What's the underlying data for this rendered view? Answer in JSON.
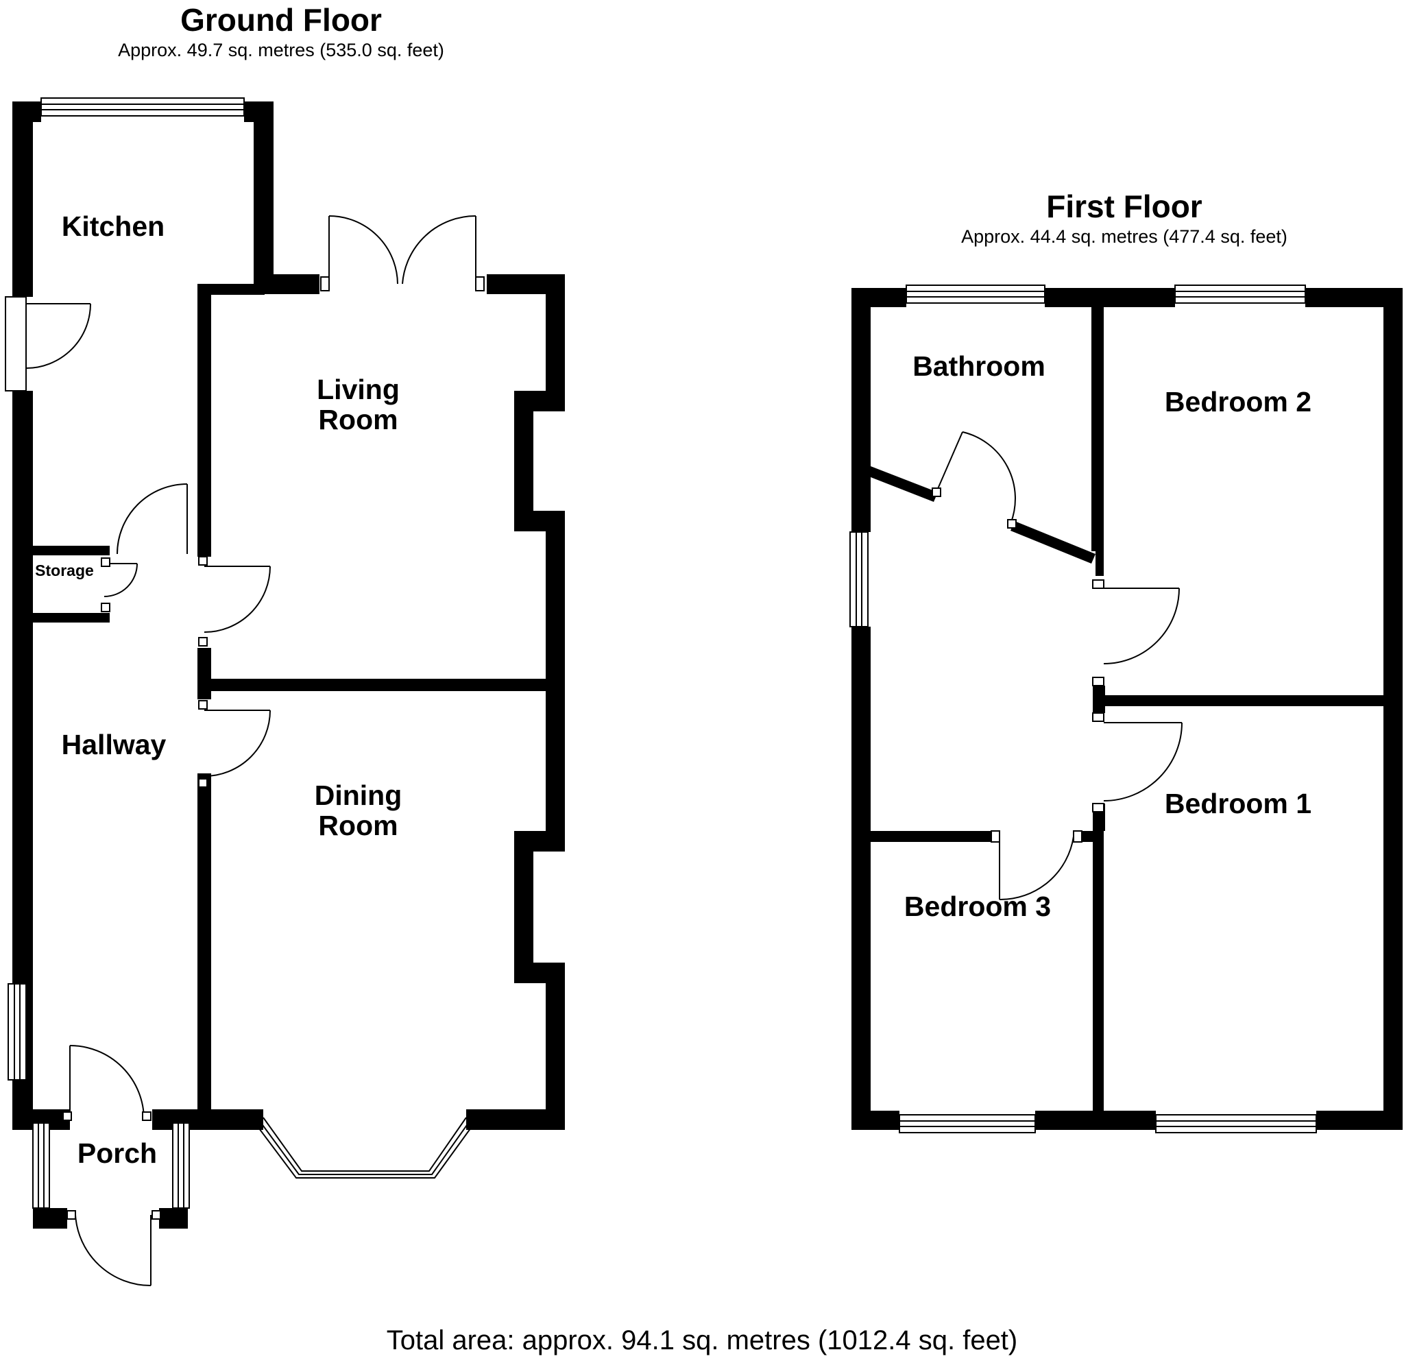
{
  "ground_floor": {
    "title": "Ground Floor",
    "area": "Approx. 49.7 sq. metres (535.0 sq. feet)",
    "rooms": {
      "kitchen": "Kitchen",
      "living_room": "Living\nRoom",
      "storage": "Storage",
      "hallway": "Hallway",
      "dining_room": "Dining\nRoom",
      "porch": "Porch"
    }
  },
  "first_floor": {
    "title": "First Floor",
    "area": "Approx. 44.4 sq. metres (477.4 sq. feet)",
    "rooms": {
      "bathroom": "Bathroom",
      "bedroom_2": "Bedroom 2",
      "bedroom_1": "Bedroom 1",
      "bedroom_3": "Bedroom 3"
    }
  },
  "total_area": "Total area: approx. 94.1 sq. metres (1012.4 sq. feet)",
  "colors": {
    "wall": "#000000",
    "background": "#ffffff"
  }
}
